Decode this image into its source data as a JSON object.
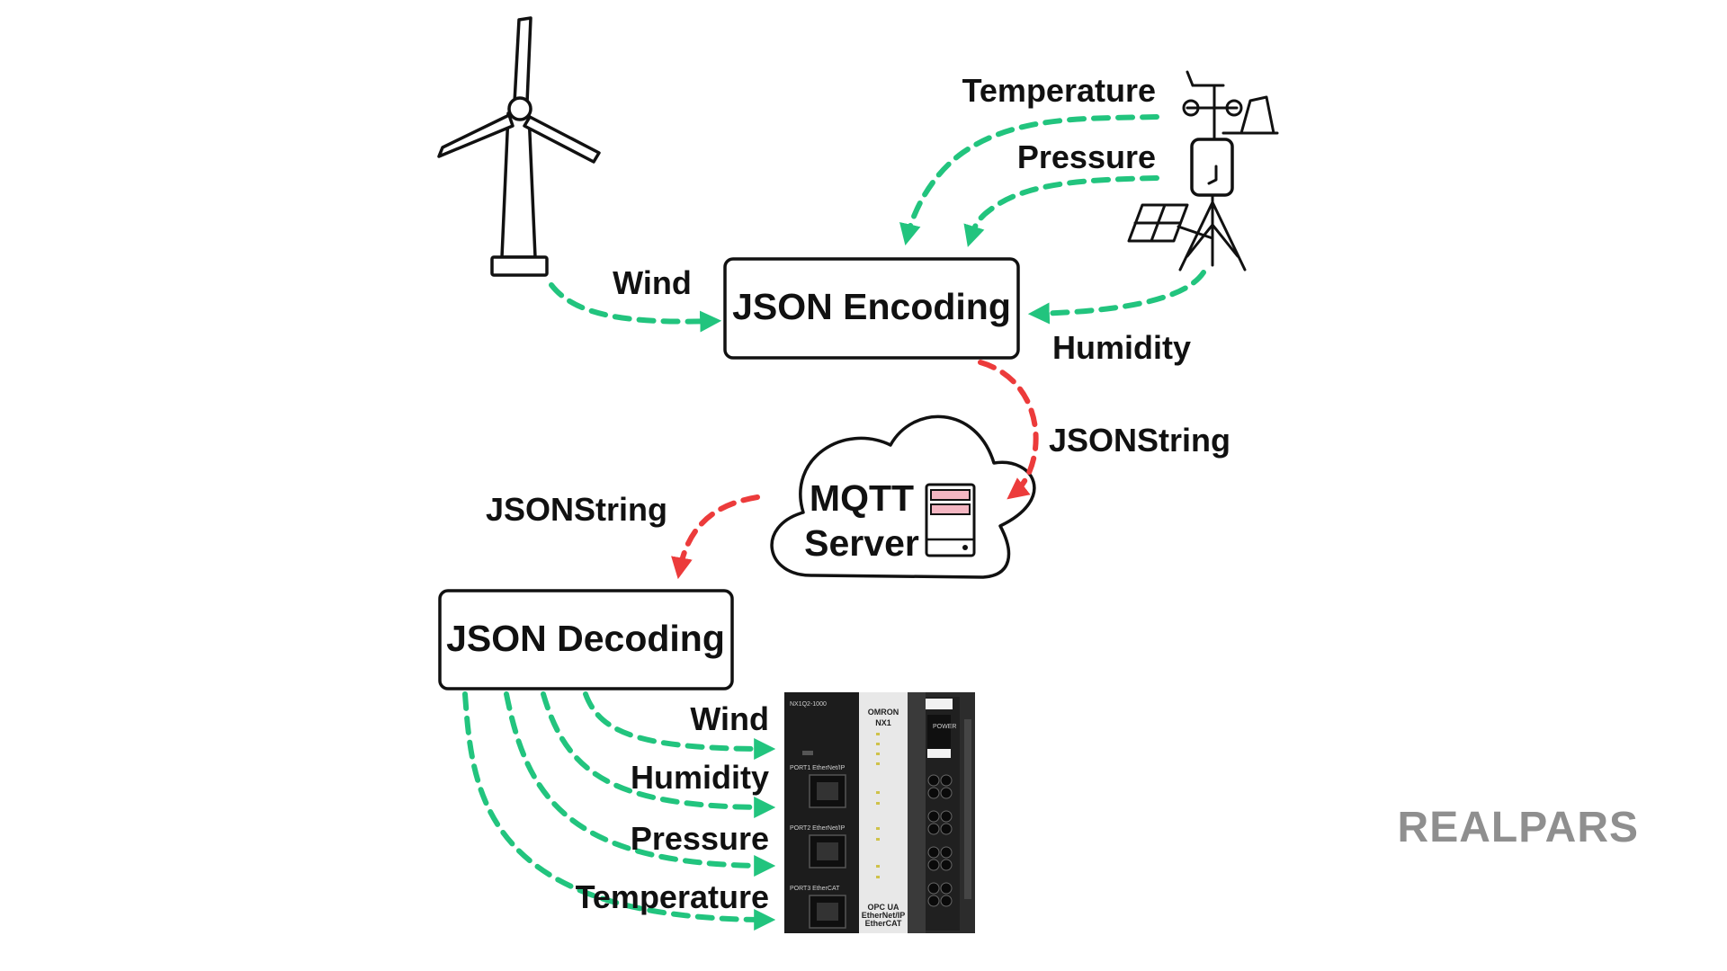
{
  "nodes": {
    "encoding_label": "JSON Encoding",
    "decoding_label": "JSON Decoding",
    "mqtt_line1": "MQTT",
    "mqtt_line2": "Server"
  },
  "inputs": {
    "wind": "Wind",
    "temperature": "Temperature",
    "pressure": "Pressure",
    "humidity": "Humidity"
  },
  "transport": {
    "to_server": "JSONString",
    "from_server": "JSONString"
  },
  "outputs": {
    "wind": "Wind",
    "humidity": "Humidity",
    "pressure": "Pressure",
    "temperature": "Temperature"
  },
  "plc": {
    "brand": "OMRON",
    "model": "NX1",
    "part_number": "NX1Q2-1000",
    "port1": "PORT1 EtherNet/IP",
    "port2": "PORT2 EtherNet/IP",
    "port3": "PORT3 EtherCAT",
    "power": "POWER",
    "footer1": "OPC UA",
    "footer2": "EtherNet/IP",
    "footer3": "EtherCAT"
  },
  "brand": {
    "logo_text": "REALPARS"
  },
  "colors": {
    "input_arrow": "#22c47e",
    "string_arrow": "#ec3b3b",
    "server_slot": "#f4b6c2",
    "logo": "#8f8f8f"
  }
}
